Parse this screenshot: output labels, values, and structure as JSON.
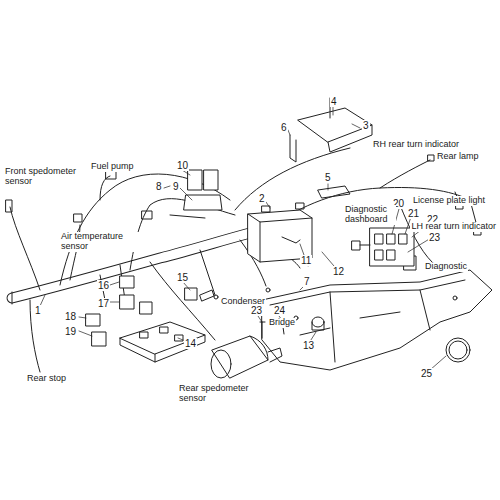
{
  "diagram": {
    "labels": [
      "4",
      "3",
      "6",
      "RH rear turn indicator",
      "10",
      "Rear lamp",
      "Front spedometer sensor",
      "Fuel pump",
      "8",
      "9",
      "5",
      "2",
      "License plate light",
      "20",
      "21",
      "22",
      "Diagnostic dashboard",
      "LH rear turn indicator",
      "23",
      "Air temperature sensor",
      "11",
      "12",
      "Diagnostic",
      "1",
      "16",
      "15",
      "Condenser",
      "7",
      "Bridge",
      "17",
      "18",
      "13",
      "19",
      "14",
      "23",
      "24",
      "25",
      "Rear stop",
      "Rear spedometer sensor"
    ]
  }
}
